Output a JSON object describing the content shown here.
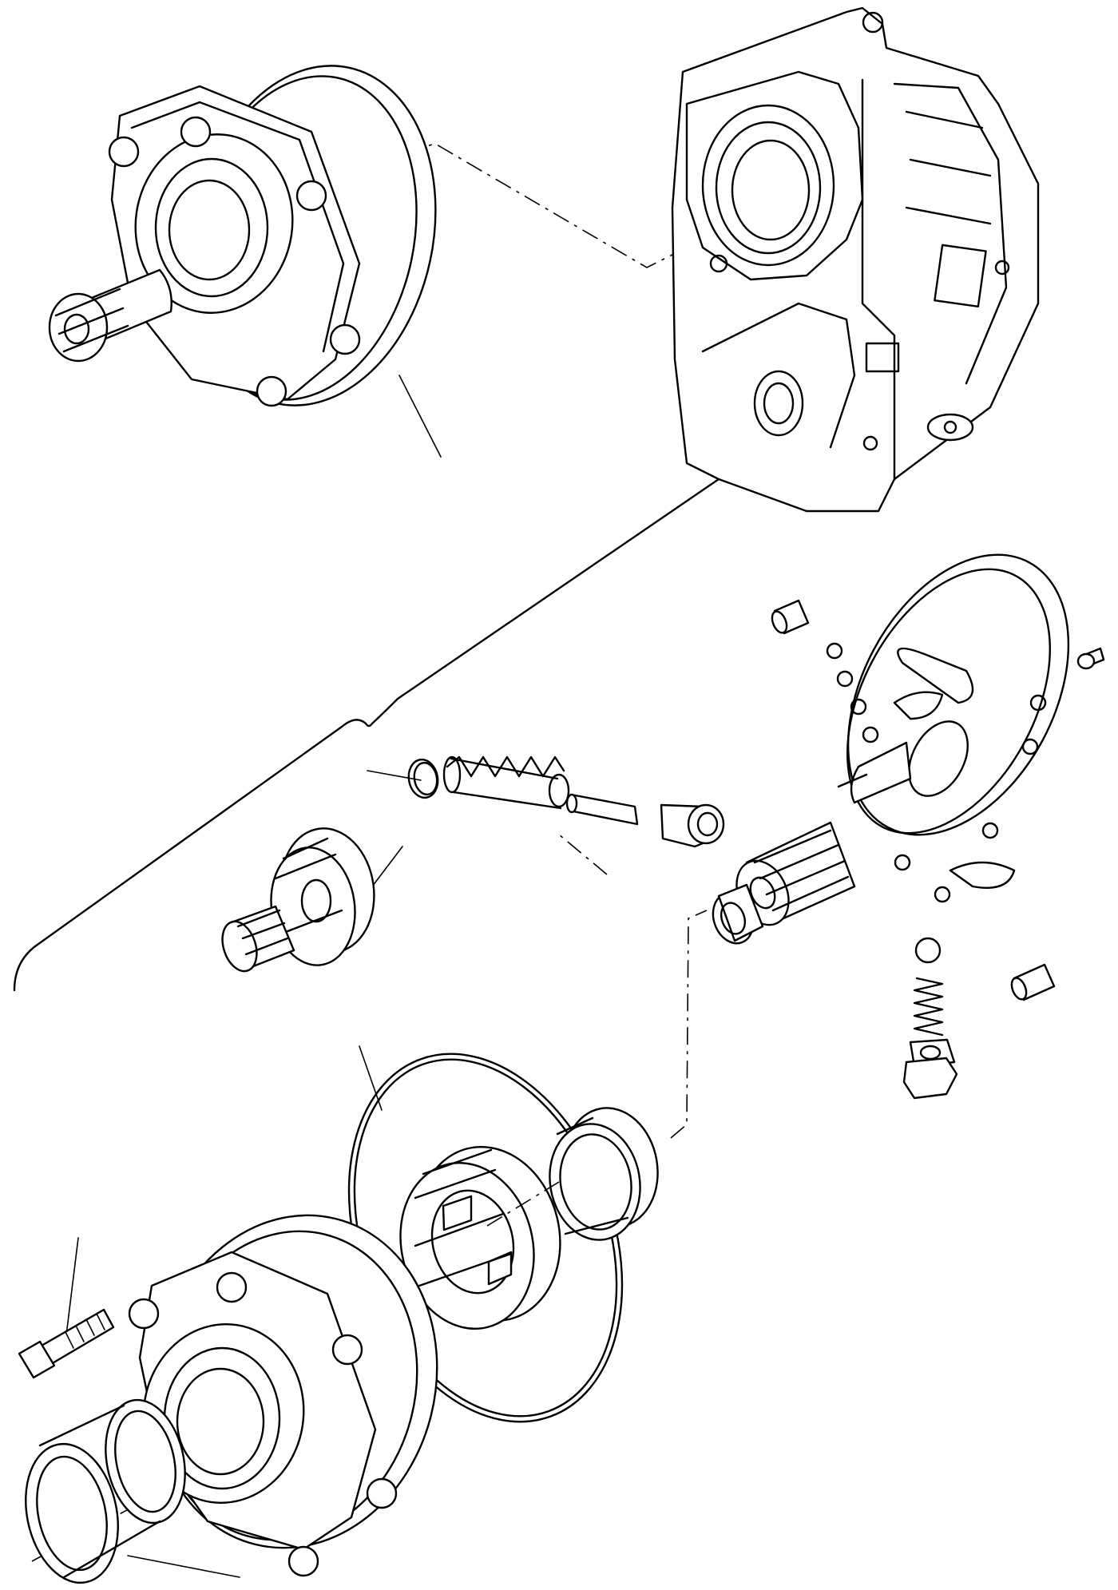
{
  "diagram": {
    "background": "#ffffff",
    "line_color": "#000000",
    "style": "exploded-parts-line-drawing",
    "components": [
      "pump-assembly",
      "transmission-housing",
      "brace-bracket",
      "dowel-pin",
      "small-screw",
      "pump-body-plate",
      "snap-ring",
      "relief-spring",
      "valve-plunger",
      "valve-cap",
      "drive-gear",
      "needle-bearing",
      "sleeve-bushing",
      "check-ball",
      "check-spring",
      "plug-screw",
      "o-ring",
      "outer-gear",
      "seal-ring",
      "cover-bolt",
      "pump-cover",
      "oil-seal"
    ]
  }
}
